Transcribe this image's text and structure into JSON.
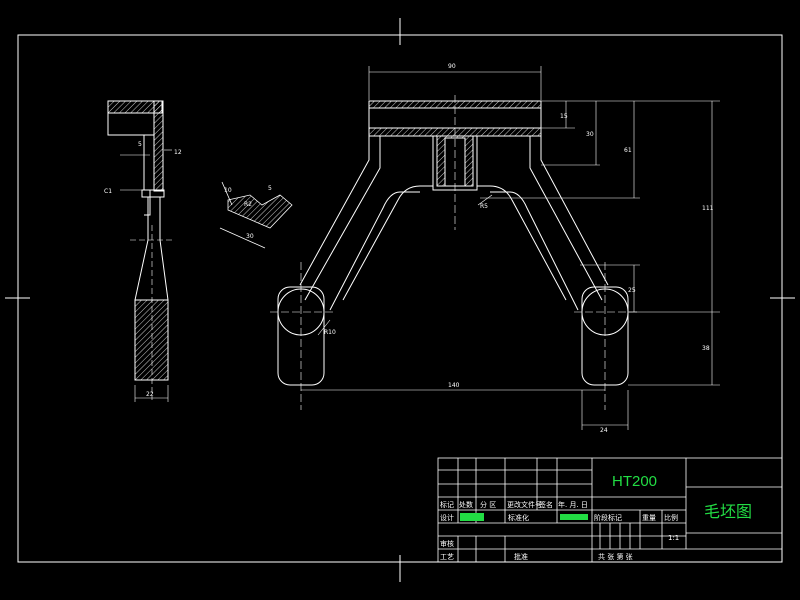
{
  "colors": {
    "background": "#000000",
    "line": "#ffffff",
    "hatch": "#ffffff",
    "accent": "#22dd44"
  },
  "drawing": {
    "dimensions": {
      "top_width": "90",
      "plate_thickness": "15",
      "upper_height": "30",
      "mid_height": "61",
      "total_height": "111",
      "boss_spacing": "25",
      "lower_height": "38",
      "base_span": "140",
      "boss_width": "24",
      "arm_radius_1": "R5",
      "arm_radius_2": "R10",
      "chamfer": "C1",
      "side_small_1": "5",
      "side_small_2": "12",
      "side_base_width": "22",
      "detail_a": "10",
      "detail_b": "30",
      "detail_c": "5",
      "detail_d": "R2"
    }
  },
  "title_block": {
    "material": "HT200",
    "drawing_title": "毛坯图",
    "header_row": [
      "标记",
      "处数",
      "分 区",
      "更改文件号",
      "签名",
      "年. 月. 日"
    ],
    "design_label": "设计",
    "design_name": "",
    "standard_label": "标准化",
    "standard_date": "",
    "stage_label": "阶段标记",
    "weight_label": "重量",
    "scale_label": "比例",
    "scale_value": "1:1",
    "audit_label": "审核",
    "process_label": "工艺",
    "approve_label": "批准",
    "sheets_text": "共   张   第   张"
  }
}
